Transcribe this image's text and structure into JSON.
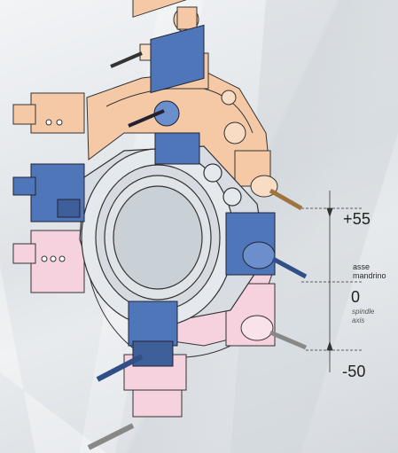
{
  "dimensions": {
    "upper": "+55",
    "zero": "0",
    "lower": "-50"
  },
  "axis_label": {
    "line1": "asse",
    "line2": "mandrino",
    "caption_line1": "spindle",
    "caption_line2": "axis"
  },
  "colors": {
    "orange": "#f5c9a6",
    "blue": "#4f76b8",
    "pink": "#f6d2df",
    "gray": "#d7dde3",
    "line": "#333333"
  }
}
